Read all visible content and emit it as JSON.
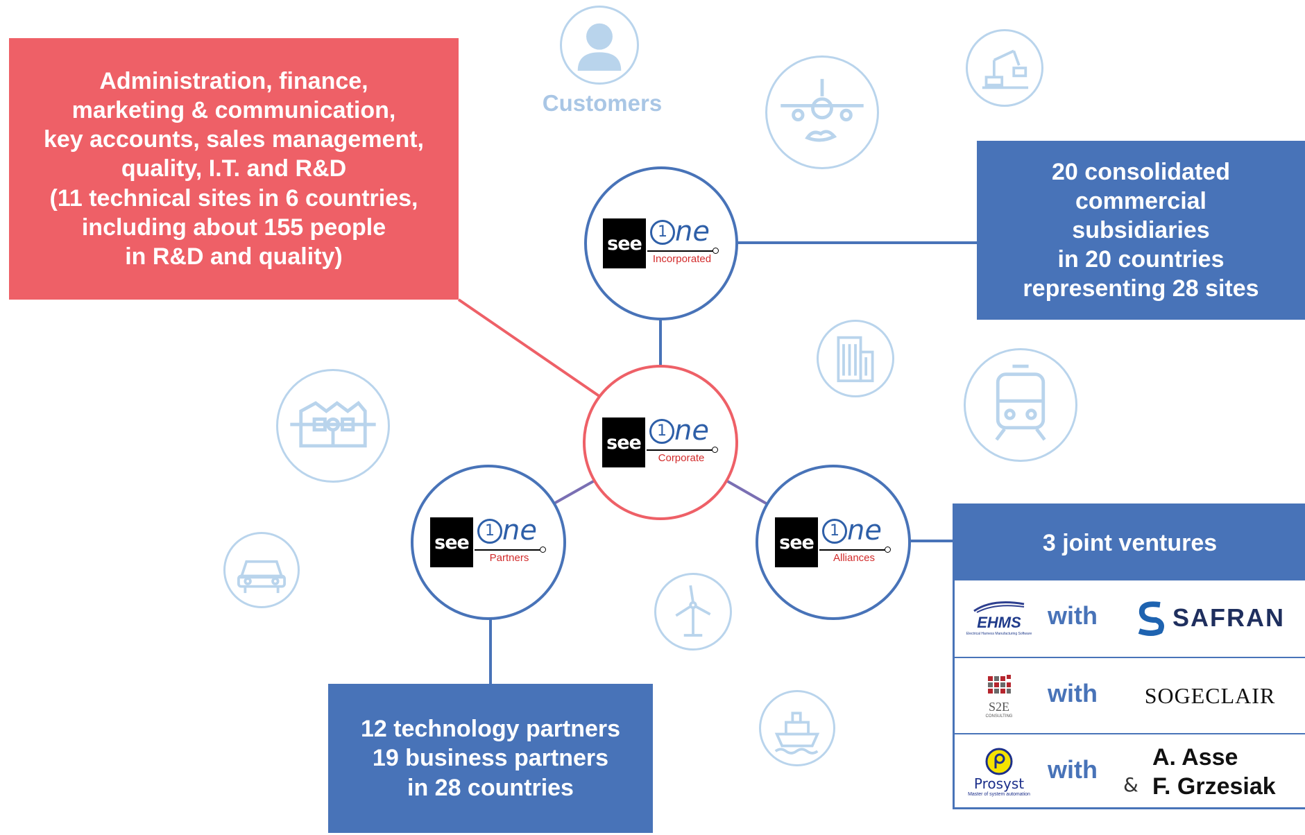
{
  "boxes": {
    "hq_text": "Administration, finance,\nmarketing & communication,\nkey accounts, sales management,\nquality, I.T. and R&D\n(11 technical sites in 6 countries,\nincluding about 155 people\nin R&D and quality)",
    "subsidiaries_text": "20 consolidated\ncommercial\nsubsidiaries\nin 20 countries\nrepresenting 28 sites",
    "partners_text": "12 technology partners\n19 business partners\nin 28 countries"
  },
  "logo": {
    "see": "see",
    "one": "ne"
  },
  "nodes": {
    "corporate": "Corporate",
    "incorporated": "Incorporated",
    "partners": "Partners",
    "alliances": "Alliances"
  },
  "customers_label": "Customers",
  "joint_ventures": {
    "title": "3 joint ventures",
    "rows": [
      {
        "left": "EHMS",
        "left_sub": "Electrical Harness Manufacturing Software",
        "with": "with",
        "right": "SAFRAN"
      },
      {
        "left": "S2E",
        "left_sub": "CONSULTING",
        "with": "with",
        "right": "SOGECLAIR"
      },
      {
        "left": "Prosyst",
        "left_sub": "Master of system automation",
        "with": "with",
        "right_amp": "&",
        "right_line1": "A. Asse",
        "right_line2": "F. Grzesiak"
      }
    ]
  },
  "colors": {
    "red": "#ee6067",
    "blue": "#4873b8",
    "light_blue": "#b9d4ec"
  },
  "icons": [
    "customer-icon",
    "airplane-icon",
    "robot-arm-icon",
    "building-icon",
    "train-icon",
    "factory-icon",
    "car-icon",
    "wind-turbine-icon",
    "ship-icon"
  ]
}
